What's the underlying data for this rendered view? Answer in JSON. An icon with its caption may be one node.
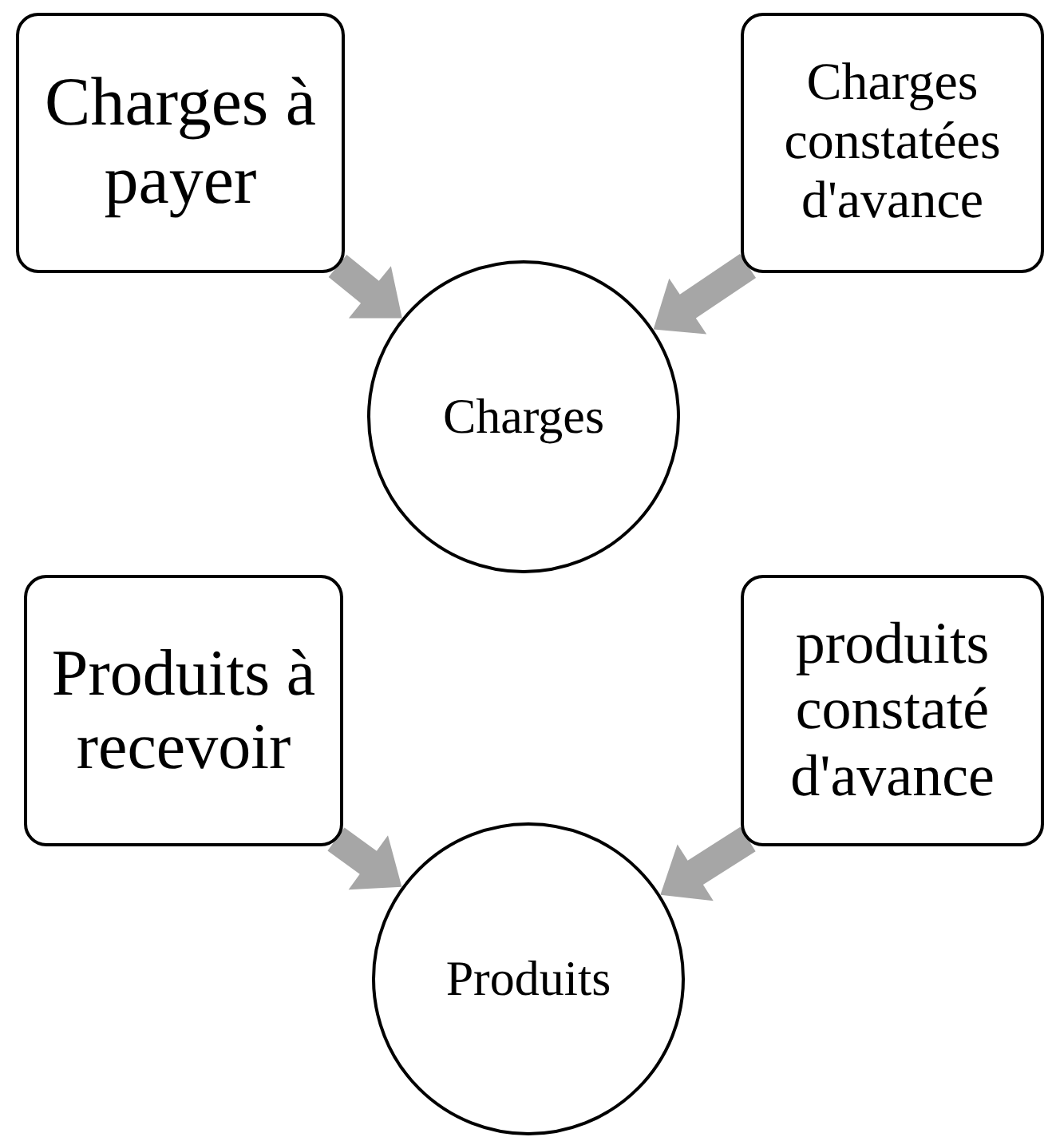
{
  "diagram": {
    "nodes": [
      {
        "text": [
          "Charges à payer"
        ]
      },
      {
        "text": [
          "Charges constatées d'avance"
        ]
      },
      {
        "text": [
          "Charges"
        ]
      },
      {
        "text": [
          "Produits à recevoir"
        ]
      },
      {
        "text": [
          "produits constaté d'avance"
        ]
      },
      {
        "text": [
          "Produits"
        ]
      }
    ],
    "edges": [
      {
        "from": 0,
        "to": 2,
        "arrow": "to",
        "style": "thick"
      },
      {
        "from": 1,
        "to": 2,
        "arrow": "to",
        "style": "thick"
      },
      {
        "from": 3,
        "to": 5,
        "arrow": "to",
        "style": "thick"
      },
      {
        "from": 4,
        "to": 5,
        "arrow": "to",
        "style": "thick"
      }
    ]
  }
}
